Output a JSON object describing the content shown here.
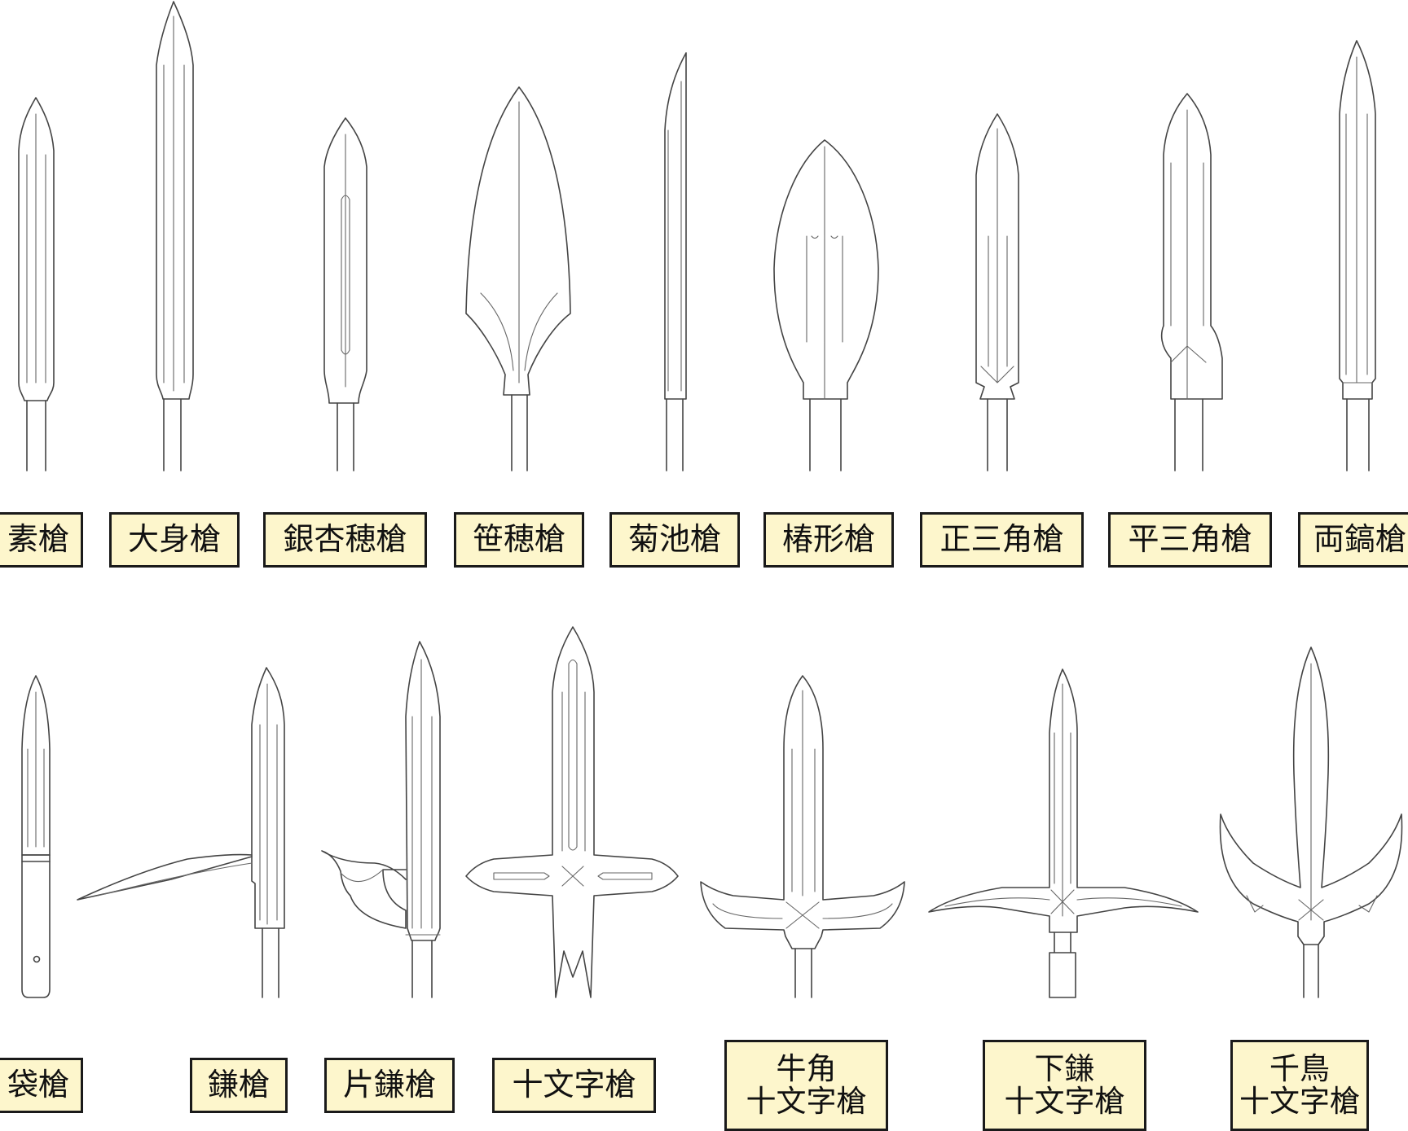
{
  "colors": {
    "label_bg": "#fdf6cc",
    "label_border": "#1a1a1a",
    "line": "#444444"
  },
  "top_row": [
    {
      "id": "su-yari",
      "label": "素槍"
    },
    {
      "id": "omi-yari",
      "label": "大身槍"
    },
    {
      "id": "ichoho-yari",
      "label": "銀杏穂槍"
    },
    {
      "id": "sasaho-yari",
      "label": "笹穂槍"
    },
    {
      "id": "kikuchi-yari",
      "label": "菊池槍"
    },
    {
      "id": "tsubaki-yari",
      "label": "椿形槍"
    },
    {
      "id": "sei-sankaku-yari",
      "label": "正三角槍"
    },
    {
      "id": "hira-sankaku-yari",
      "label": "平三角槍"
    },
    {
      "id": "ryoshinogi-yari",
      "label": "両鎬槍"
    }
  ],
  "bottom_row": [
    {
      "id": "fukuro-yari",
      "label": "袋槍"
    },
    {
      "id": "kama-yari",
      "label": "鎌槍"
    },
    {
      "id": "katakama-yari",
      "label": "片鎌槍"
    },
    {
      "id": "jumonji-yari",
      "label": "十文字槍"
    },
    {
      "id": "gyukaku-jumonji-yari",
      "line1": "牛角",
      "line2": "十文字槍"
    },
    {
      "id": "shimokama-jumonji-yari",
      "line1": "下鎌",
      "line2": "十文字槍"
    },
    {
      "id": "chidori-jumonji-yari",
      "line1": "千鳥",
      "line2": "十文字槍"
    }
  ]
}
